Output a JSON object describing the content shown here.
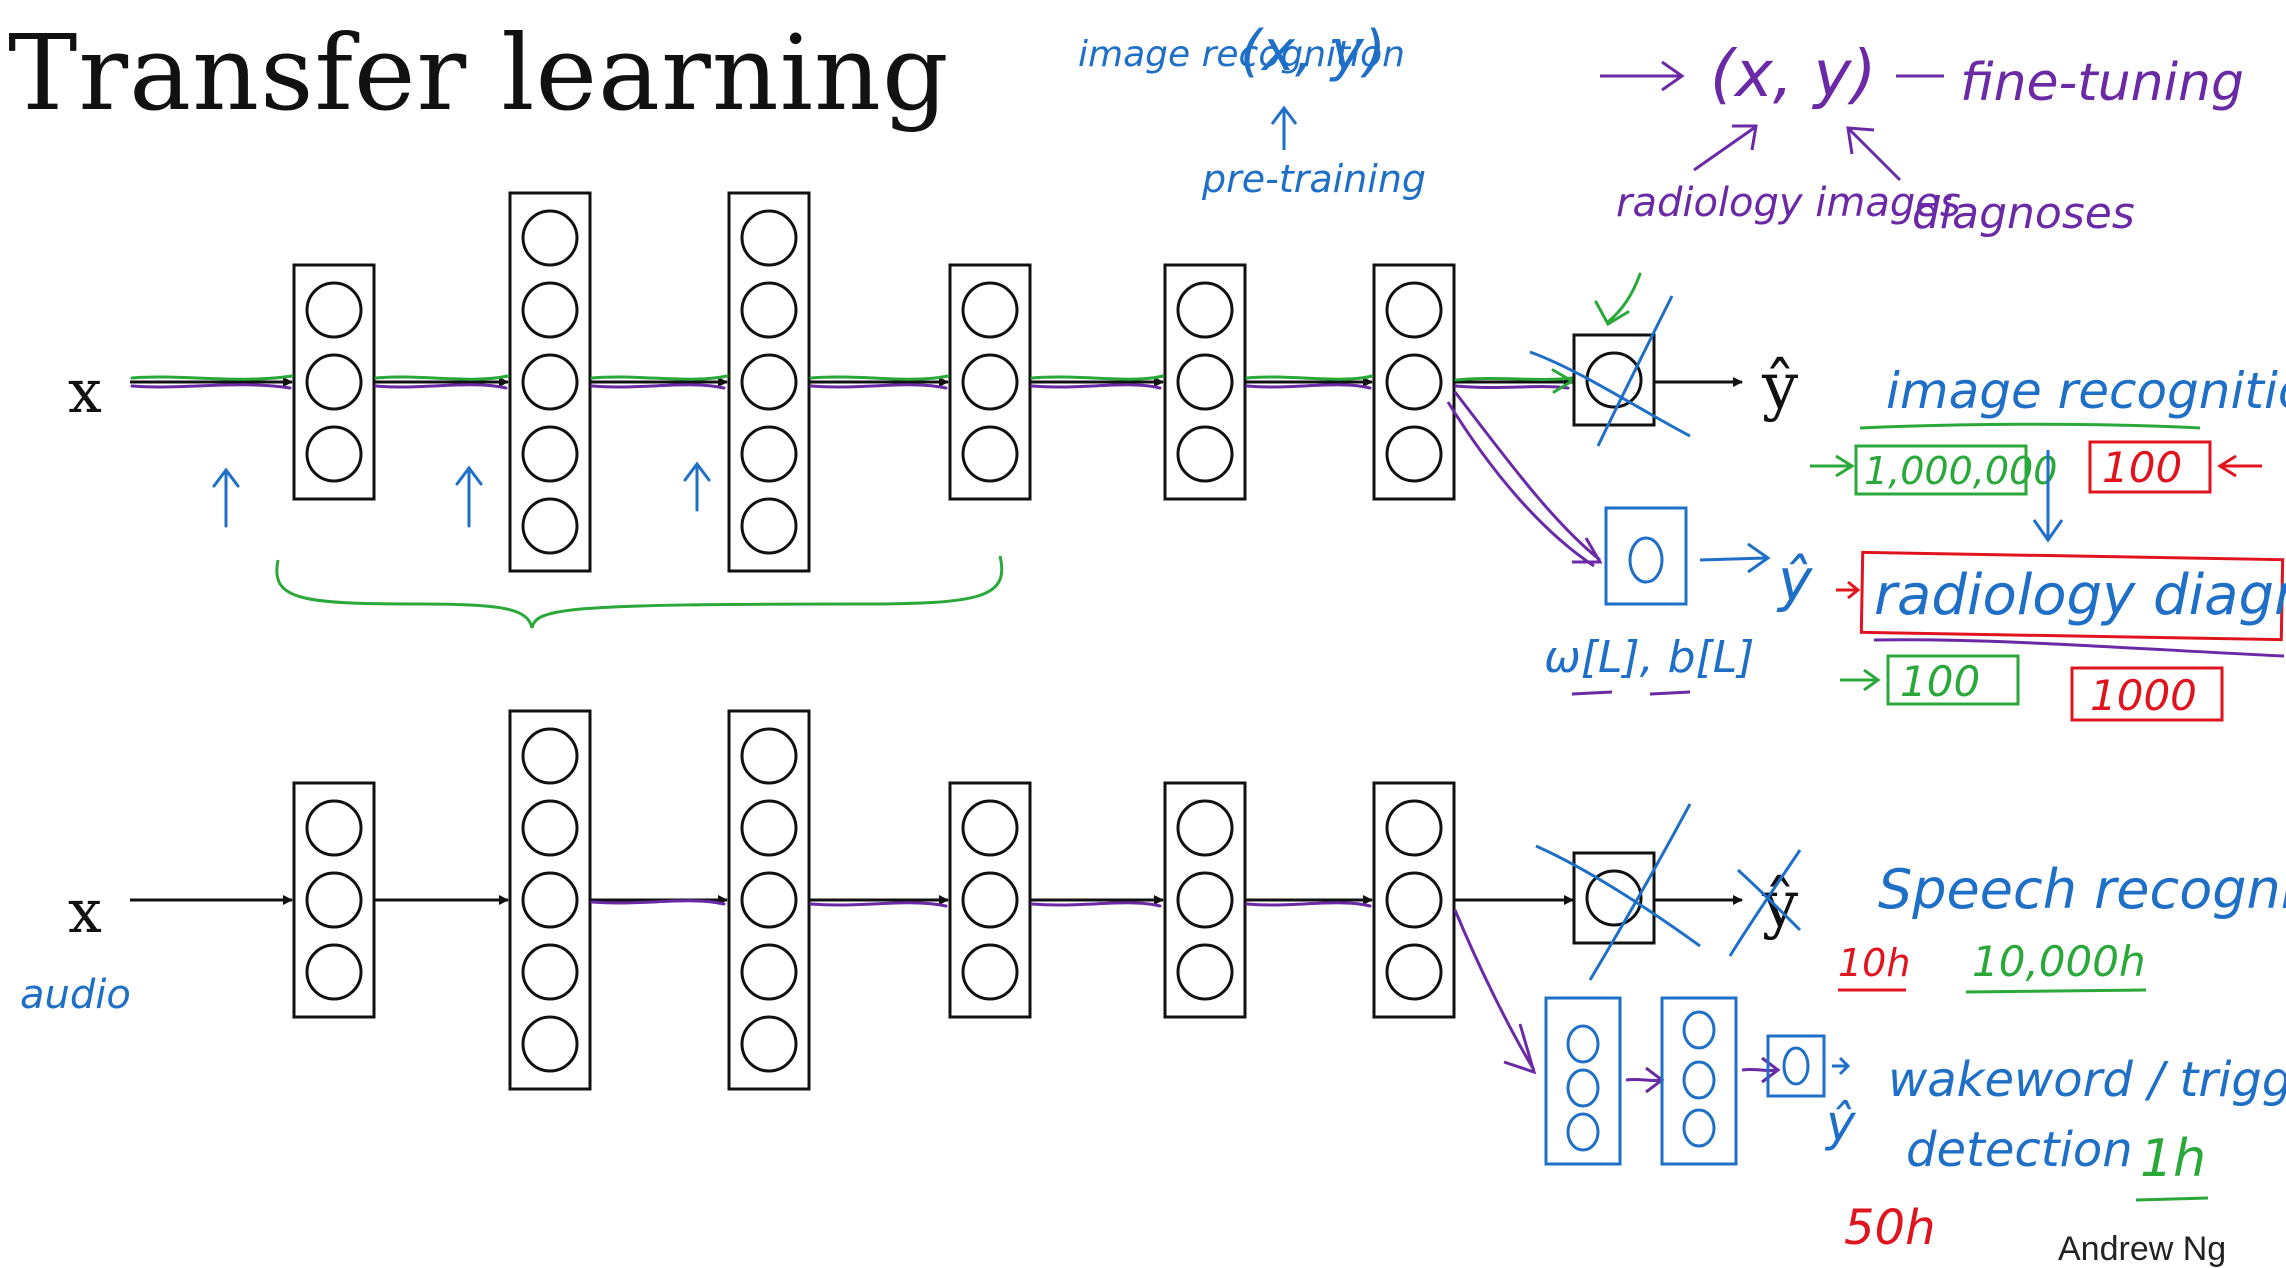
{
  "slide": {
    "title": "Transfer learning",
    "author": "Andrew Ng"
  },
  "network_top": {
    "input_label": "x",
    "output_label": "ŷ",
    "new_output_label": "ŷ",
    "new_params_label": "ω[L], b[L]"
  },
  "network_bottom": {
    "input_label": "x",
    "input_note": "audio",
    "output_label": "ŷ",
    "new_output_label": "ŷ"
  },
  "notes": {
    "image_recognition_short": "image recognition",
    "xy_pretrain": "(x, y)",
    "pre_training": "pre-training",
    "xy_finetune": "(x, y)",
    "fine_tuning": "fine-tuning",
    "radiology_images": "radiology images",
    "diagnoses": "diagnoses",
    "image_recognition": "image recognition",
    "image_count": "1,000,000",
    "image_count_small": "100",
    "radiology_diagnosis": "radiology diagnosis",
    "radiology_count": "100",
    "radiology_count_large": "1000",
    "speech_recognition": "Speech recognition",
    "speech_hours_small": "10h",
    "speech_hours": "10,000h",
    "wakeword": "wakeword / triggerword",
    "detection": "detection",
    "wakeword_hours": "1h",
    "wakeword_hours_large": "50h"
  },
  "colors": {
    "blue": "#1f6fc7",
    "purple": "#6a2aa5",
    "green": "#2aa83a",
    "red": "#e0141e",
    "black": "#111111"
  }
}
